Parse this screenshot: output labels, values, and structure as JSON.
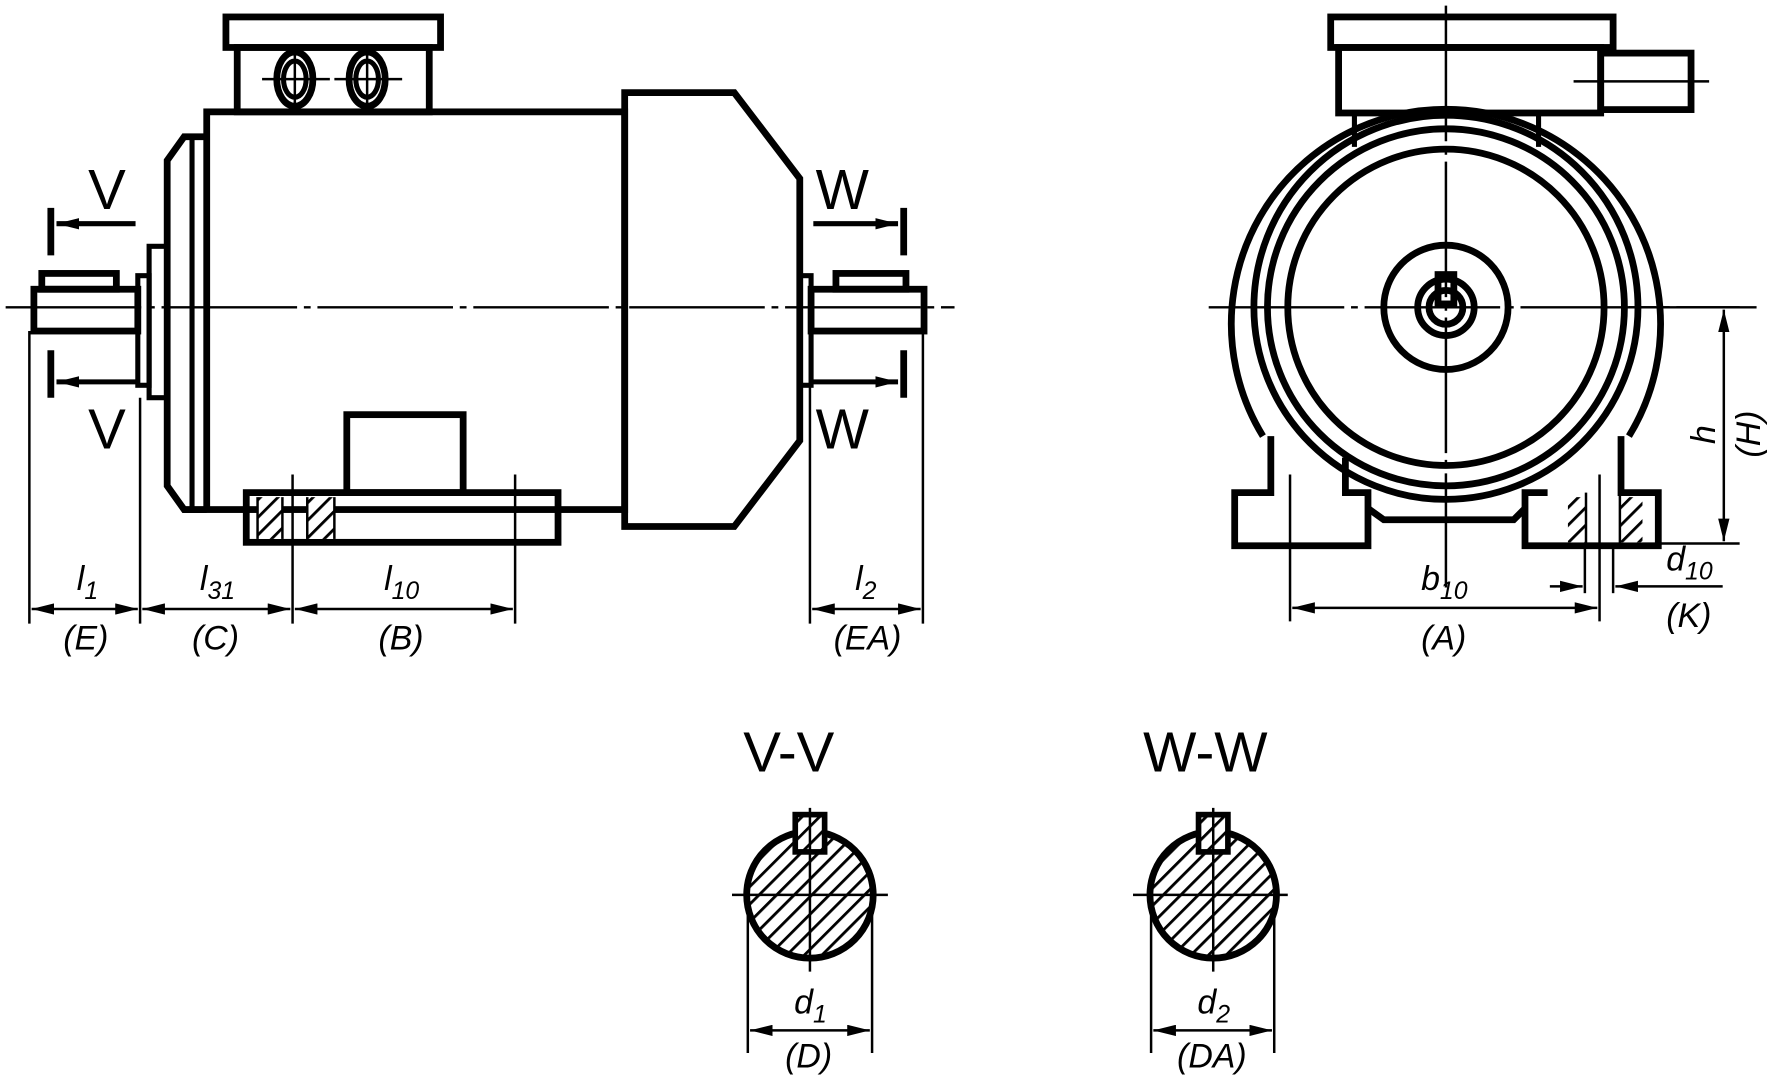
{
  "drawing": {
    "title": "Electric motor outline with dimensions",
    "views": [
      "side-view",
      "end-view",
      "section-V-V",
      "section-W-W"
    ],
    "section_markers": {
      "left_top": "V",
      "left_bottom": "V",
      "right_top": "W",
      "right_bottom": "W"
    },
    "section_titles": {
      "vv": "V-V",
      "ww": "W-W"
    },
    "dimensions": {
      "l1": {
        "symbol": "l",
        "subscript": "1",
        "code": "(E)"
      },
      "l31": {
        "symbol": "l",
        "subscript": "31",
        "code": "(C)"
      },
      "l10": {
        "symbol": "l",
        "subscript": "10",
        "code": "(B)"
      },
      "l2": {
        "symbol": "l",
        "subscript": "2",
        "code": "(EA)"
      },
      "b10": {
        "symbol": "b",
        "subscript": "10",
        "code": "(A)"
      },
      "d10": {
        "symbol": "d",
        "subscript": "10",
        "code": "(K)"
      },
      "h": {
        "symbol": "h",
        "subscript": "",
        "code": "(H)"
      },
      "d1": {
        "symbol": "d",
        "subscript": "1",
        "code": "(D)"
      },
      "d2": {
        "symbol": "d",
        "subscript": "2",
        "code": "(DA)"
      }
    },
    "colors": {
      "line": "#000000",
      "background": "#ffffff"
    }
  }
}
